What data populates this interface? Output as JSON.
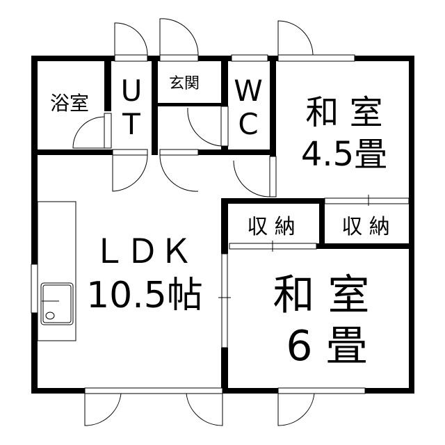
{
  "floor_plan": {
    "rooms": {
      "bath": {
        "label": "浴室"
      },
      "utility": {
        "label_top": "U",
        "label_bottom": "T"
      },
      "entrance": {
        "label": "玄関"
      },
      "toilet": {
        "label_top": "W",
        "label_bottom": "C"
      },
      "washitsu_small": {
        "label_top": "和 室",
        "label_bottom": "4.5畳"
      },
      "storage_left": {
        "label": "収 納"
      },
      "storage_right": {
        "label": "収 納"
      },
      "ldk": {
        "label_top": "ＬＤＫ",
        "label_bottom": "10.5帖"
      },
      "washitsu_large": {
        "label_top": "和 室",
        "label_bottom": "6 畳"
      }
    }
  }
}
